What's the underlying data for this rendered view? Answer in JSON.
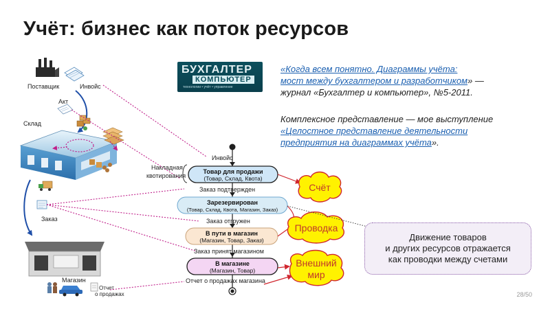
{
  "slide": {
    "title": "Учёт: бизнес как поток ресурсов",
    "page_number": "28/50"
  },
  "logo": {
    "line1": "БУХГАЛТЕР",
    "line2": "КОМПЬЮТЕР",
    "line3": "технологии • учёт • управление"
  },
  "quote": {
    "link_line1": "«Когда всем понятно. Диаграммы учёта:",
    "link_line2": "мост между бухгалтером и разработчиком",
    "tail1": "» —",
    "tail2": "журнал «Бухгалтер и компьютер», №5-2011."
  },
  "talk": {
    "intro": "Комплексное представление — мое выступление",
    "link_line1": "«Целостное представление деятельности",
    "link_line2": "предприятия на диаграммах учёта",
    "tail": "»."
  },
  "left_labels": {
    "supplier": "Поставщик",
    "invoice": "Инвойс",
    "act": "Акт",
    "warehouse": "Склад",
    "waybill": "Накладная",
    "quotation": "квотирования",
    "order": "Заказ",
    "store": "Магазин",
    "report_line1": "Отчет",
    "report_line2": "о продажах"
  },
  "states": [
    {
      "name": "Товар для продажи",
      "detail": "(Товар, Склад, Квота)"
    },
    {
      "name": "Зарезервирован",
      "detail": "(Товар, Склад, Квота, Магазин, Заказ)"
    },
    {
      "name": "В пути в магазин",
      "detail_pre": "(Магазин, Товар, ",
      "detail_italic": "Заказ",
      "detail_post": ")"
    },
    {
      "name": "В магазине",
      "detail": "(Магазин, Товар)"
    }
  ],
  "transitions": {
    "invoice": "Инвойс",
    "order_confirmed": "Заказ подтвержден",
    "order_shipped": "Заказ отгружен",
    "order_received": "Заказ принят магазином",
    "store_report": "Отчет о продажах магазина"
  },
  "clouds": {
    "account": "Счёт",
    "posting": "Проводка",
    "external_line1": "Внешний",
    "external_line2": "мир"
  },
  "callout": {
    "text": "Движение товаров\nи других ресурсов отражается\nкак проводки между счетами"
  },
  "colors": {
    "title": "#1a1a1a",
    "link": "#1a5fb0",
    "state1_fill": "#cfe6f7",
    "state2_fill": "#d9ecf6",
    "state3_fill": "#fbe7d2",
    "state4_fill": "#f4d6f3",
    "cloud_fill": "#fff200",
    "cloud_text": "#c0392b",
    "flow_arrow": "#1f4fa8",
    "dashed_link": "#c0208a",
    "callout_border": "#8a5aa8"
  }
}
